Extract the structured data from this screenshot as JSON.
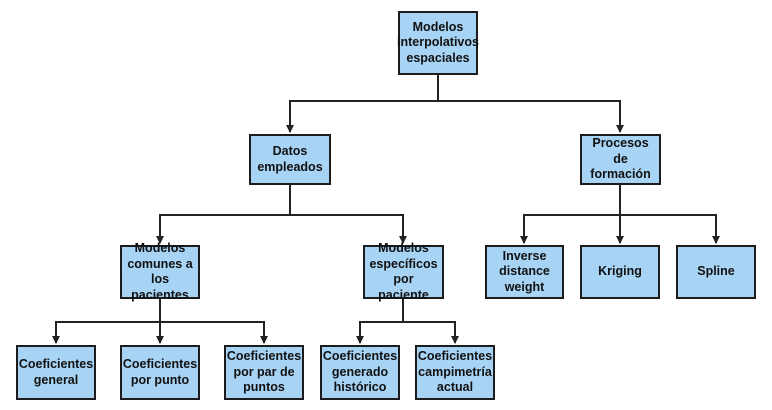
{
  "nodes": {
    "root": "Modelos\ninterpolativos\nespaciales",
    "datos": "Datos\nempleados",
    "procesos": "Procesos de\nformación",
    "comunes": "Modelos\ncomunes a\nlos pacientes",
    "especificos": "Modelos\nespecíficos\npor paciente",
    "inverse": "Inverse\ndistance\nweight",
    "kriging": "Kriging",
    "spline": "Spline",
    "general": "Coeficientes\ngeneral",
    "punto": "Coeficientes\npor punto",
    "par": "Coeficientes\npor par de\npuntos",
    "historico": "Coeficientes\ngenerado\nhistórico",
    "campimetria": "Coeficientes\ncampimetría\nactual"
  },
  "colors": {
    "node_fill": "#a7d3f4",
    "node_border": "#1c1c1c",
    "connector": "#222222"
  }
}
